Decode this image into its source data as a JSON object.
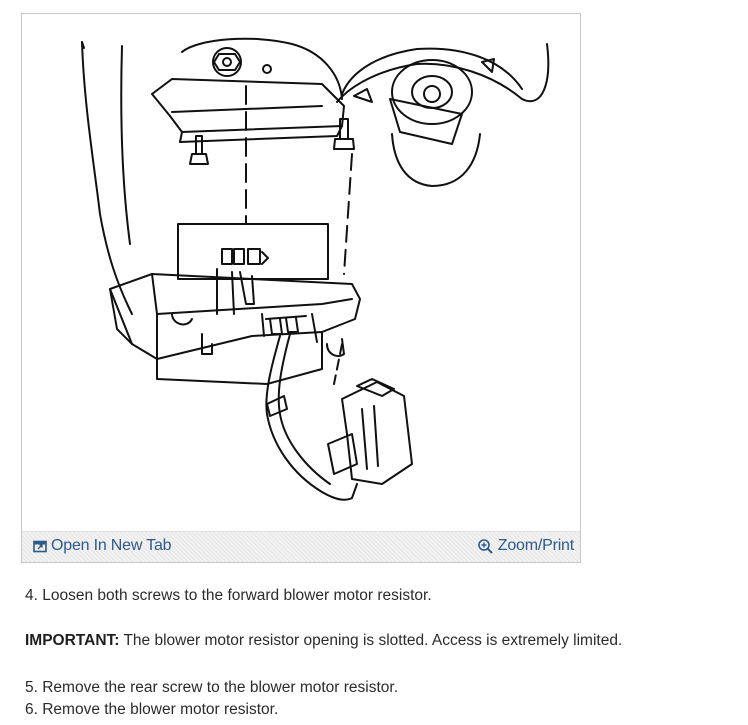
{
  "figure": {
    "open_tab_label": "Open In New Tab",
    "zoom_print_label": "Zoom/Print",
    "open_tab_icon": "open-in-new-tab-icon",
    "zoom_icon": "magnifier-plus-icon",
    "link_color": "#2e5a8c"
  },
  "steps": {
    "step4": "4. Loosen both screws to the forward blower motor resistor.",
    "important_label": "IMPORTANT:",
    "important_text": " The blower motor resistor opening is slotted. Access is extremely limited.",
    "step5": "5. Remove the rear screw to the blower motor resistor.",
    "step6": "6. Remove the blower motor resistor."
  }
}
